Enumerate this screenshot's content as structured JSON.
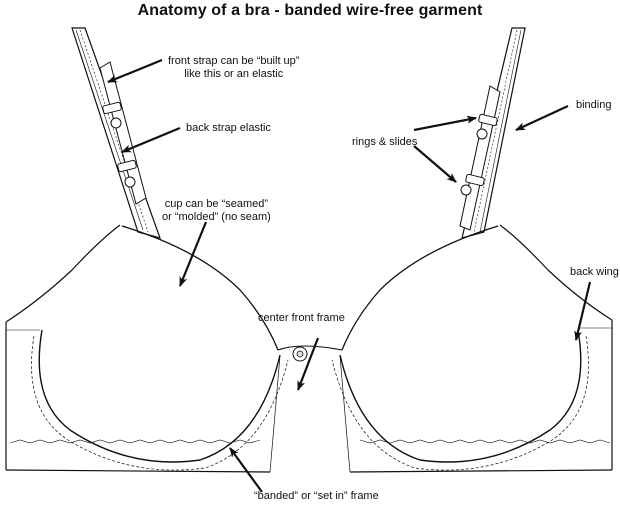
{
  "title": "Anatomy of a bra - banded wire-free garment",
  "labels": {
    "front_strap": {
      "line1": "front strap can be  “built up”",
      "line2": "like this or an elastic"
    },
    "back_strap_elastic": "back strap elastic",
    "cup": {
      "line1": "cup can be “seamed”",
      "line2": "or “molded” (no seam)"
    },
    "center_front_frame": "center front frame",
    "banded_frame": "“banded” or “set in” frame",
    "rings_slides": "rings & slides",
    "binding": "binding",
    "back_wing": "back wing"
  },
  "colors": {
    "line": "#111111",
    "background": "#ffffff"
  }
}
